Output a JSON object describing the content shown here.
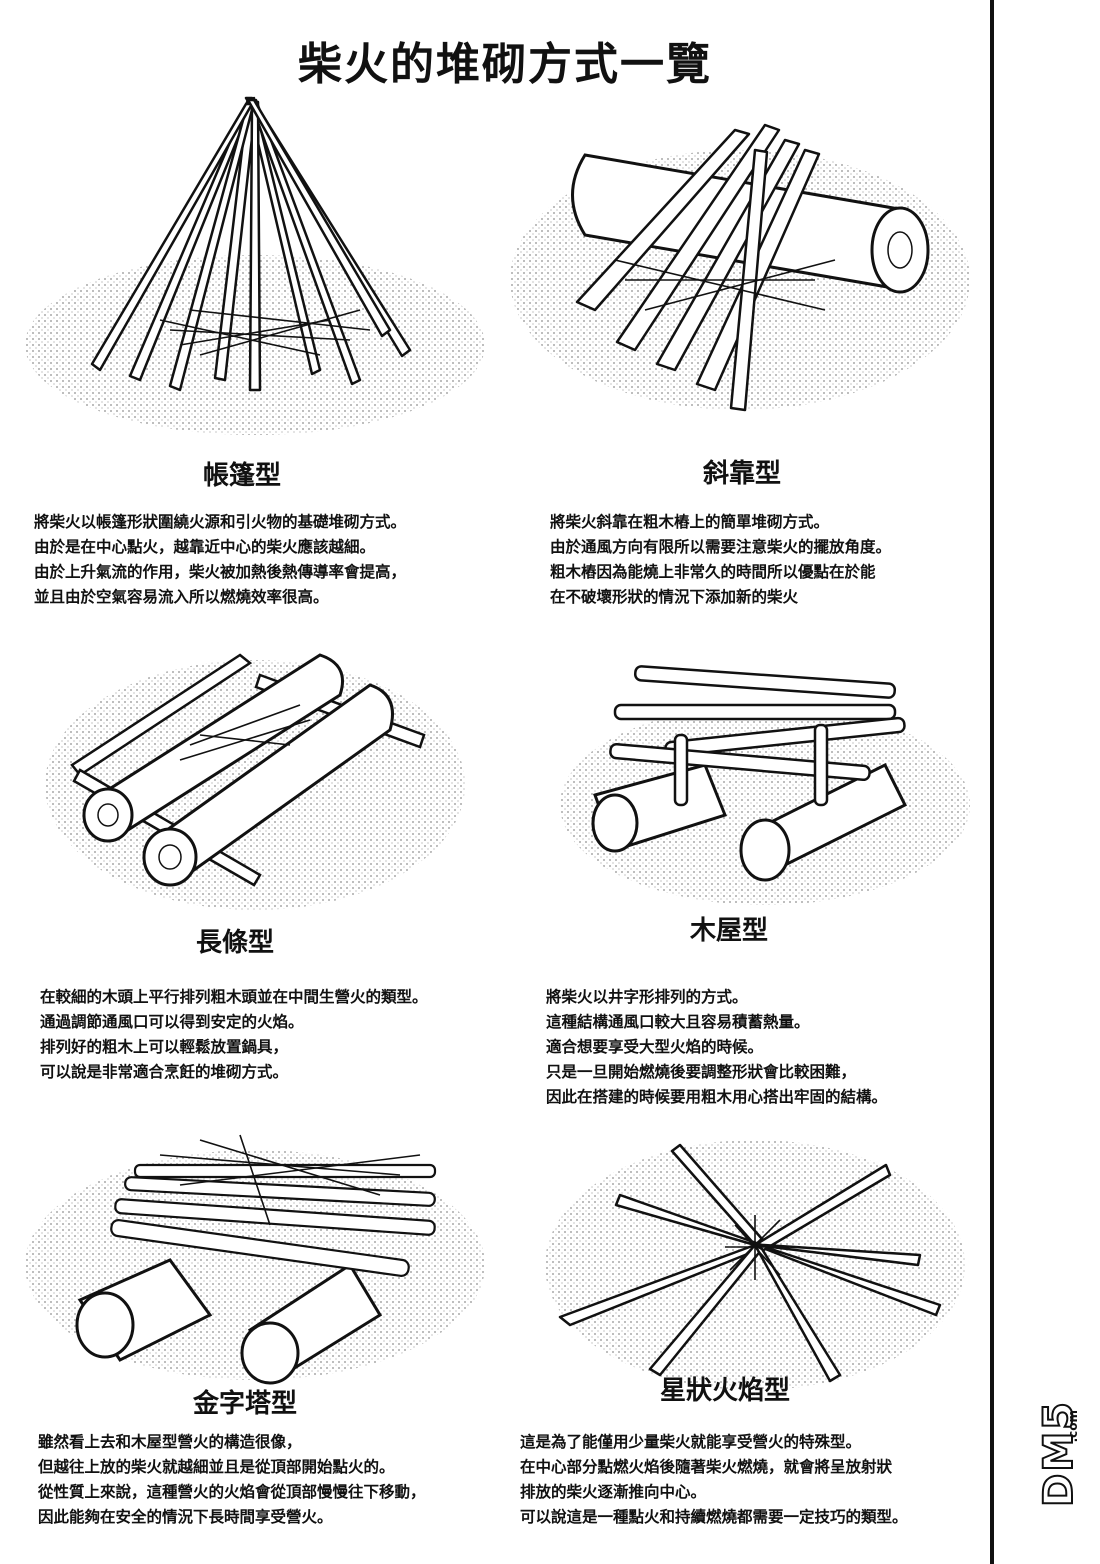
{
  "title": "柴火的堆砌方式一覽",
  "sections": [
    {
      "label": "帳篷型",
      "lines": [
        "將柴火以帳篷形狀圍繞火源和引火物的基礎堆砌方式。",
        "由於是在中心點火，越靠近中心的柴火應該越細。",
        "由於上升氣流的作用，柴火被加熱後熱傳導率會提高，",
        "並且由於空氣容易流入所以燃燒效率很高。"
      ]
    },
    {
      "label": "斜靠型",
      "lines": [
        "將柴火斜靠在粗木樁上的簡單堆砌方式。",
        "由於通風方向有限所以需要注意柴火的擺放角度。",
        "粗木樁因為能燒上非常久的時間所以優點在於能",
        "在不破壞形狀的情況下添加新的柴火"
      ]
    },
    {
      "label": "長條型",
      "lines": [
        "在較細的木頭上平行排列粗木頭並在中間生營火的類型。",
        "通過調節通風口可以得到安定的火焰。",
        "排列好的粗木上可以輕鬆放置鍋具，",
        "可以說是非常適合烹飪的堆砌方式。"
      ]
    },
    {
      "label": "木屋型",
      "lines": [
        "將柴火以井字形排列的方式。",
        "這種結構通風口較大且容易積蓄熱量。",
        "適合想要享受大型火焰的時候。",
        "只是一旦開始燃燒後要調整形狀會比較困難，",
        "因此在搭建的時候要用粗木用心搭出牢固的結構。"
      ]
    },
    {
      "label": "金字塔型",
      "lines": [
        "雖然看上去和木屋型營火的構造很像，",
        "但越往上放的柴火就越細並且是從頂部開始點火的。",
        "從性質上來說，這種營火的火焰會從頂部慢慢往下移動，",
        "因此能夠在安全的情況下長時間享受營火。"
      ]
    },
    {
      "label": "星狀火焰型",
      "lines": [
        "這是為了能僅用少量柴火就能享受營火的特殊型。",
        "在中心部分點燃火焰後隨著柴火燃燒，就會將呈放射狀",
        "排放的柴火逐漸推向中心。",
        "可以說這是一種點火和持續燃燒都需要一定技巧的類型。"
      ]
    }
  ],
  "watermark": {
    "logo": "DM5",
    "domain": ".com"
  }
}
